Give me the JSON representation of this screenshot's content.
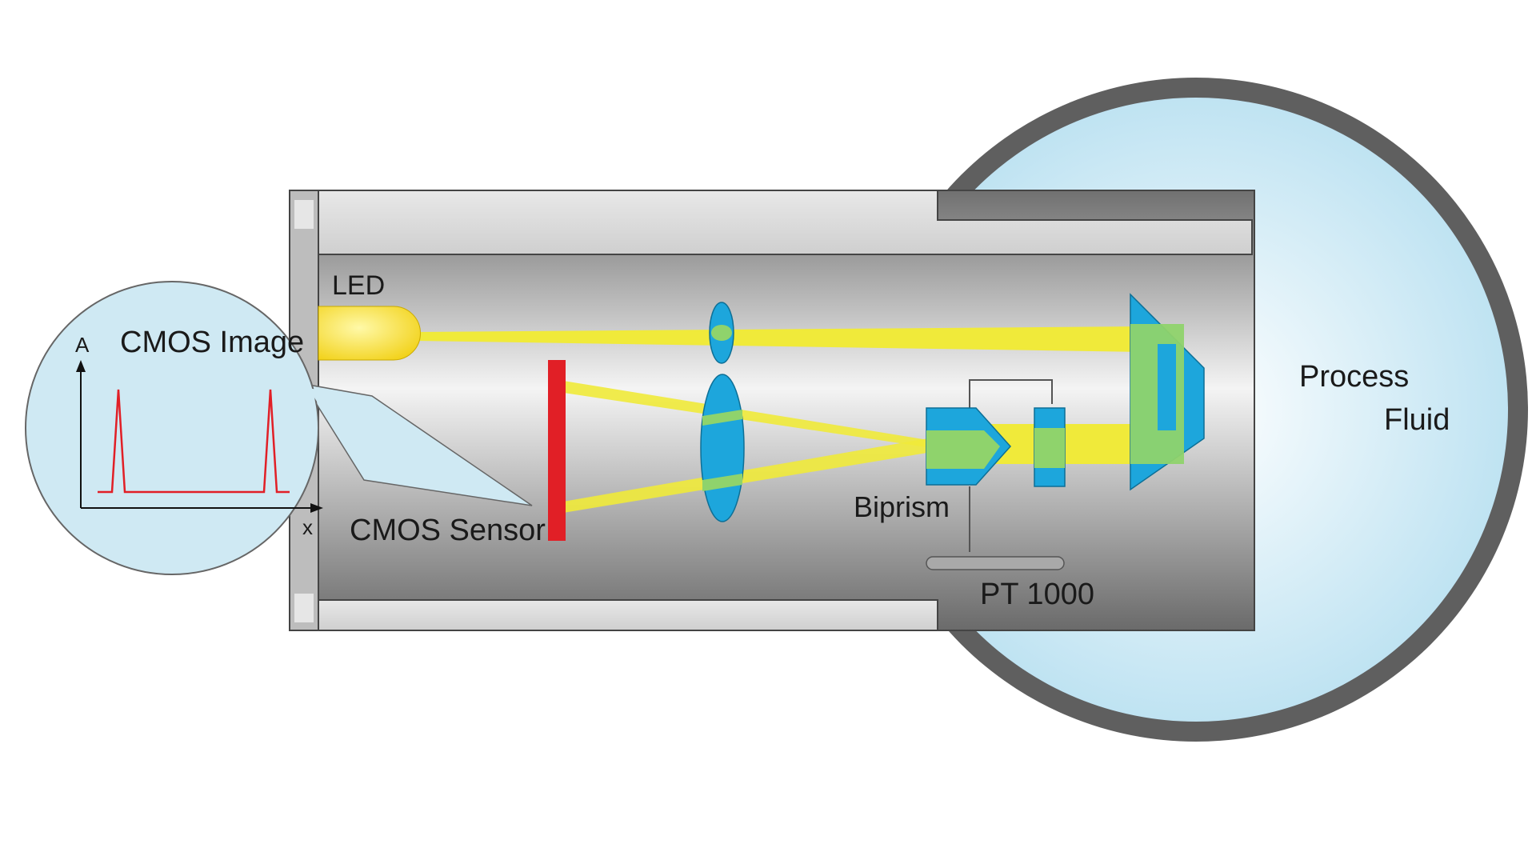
{
  "labels": {
    "led": "LED",
    "cmos_image": "CMOS Image",
    "axis_a": "A",
    "axis_x": "x",
    "cmos_sensor": "CMOS Sensor",
    "biprism": "Biprism",
    "pt1000": "PT 1000",
    "process": "Process",
    "fluid": "Fluid"
  },
  "colors": {
    "housing_dark": "#5f5f5f",
    "housing_light": "#f2f2f2",
    "fluid": "#cfeaf5",
    "beam": "#f0ea3a",
    "optics": "#1da6dc",
    "overlap": "#8fd36c",
    "sensor": "#e11f26",
    "signal": "#e11f26"
  }
}
